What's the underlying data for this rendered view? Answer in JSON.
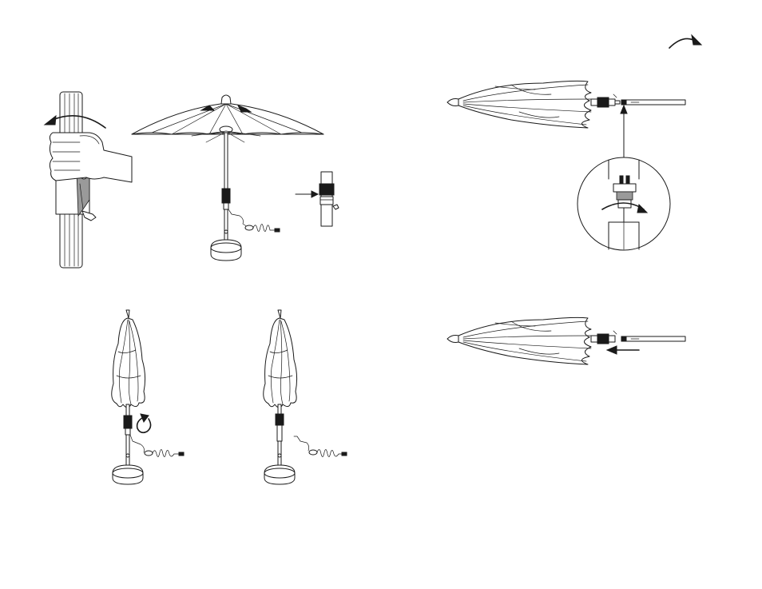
{
  "colors": {
    "ink": "#1a1a1a",
    "background": "#ffffff",
    "shade": "#9a9a9a"
  },
  "steps": [
    {
      "id": "hand-crank-close",
      "icon": "counterclockwise-arrow-icon"
    },
    {
      "id": "open-umbrella-with-cord",
      "icon": "right-arrow-icon"
    },
    {
      "id": "closed-umbrella-twist",
      "icon": "rotate-arrow-icon"
    },
    {
      "id": "closed-umbrella-unplugged",
      "icon": ""
    },
    {
      "id": "horizontal-umbrella-connector",
      "icon": "clockwise-arrow-icon"
    },
    {
      "id": "horizontal-umbrella-join",
      "icon": "left-arrow-icon"
    }
  ]
}
